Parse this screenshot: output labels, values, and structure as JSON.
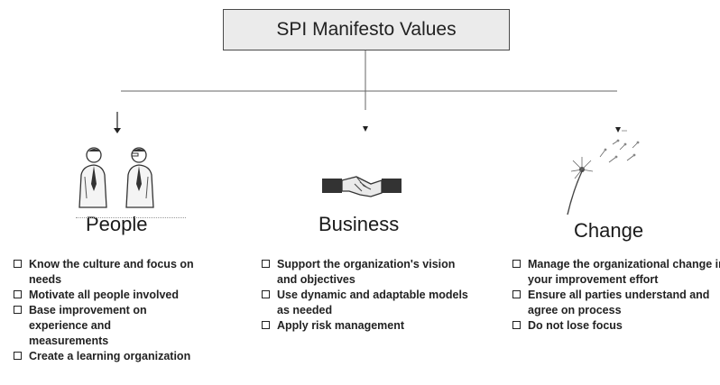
{
  "header": {
    "title": "SPI Manifesto Values"
  },
  "columns": [
    {
      "title": "People",
      "icon": "two-people-facing-icon",
      "items": [
        "Know the culture and focus on needs",
        "Motivate all people involved",
        "Base improvement on experience and measurements",
        "Create a learning organization"
      ]
    },
    {
      "title": "Business",
      "icon": "handshake-icon",
      "items": [
        "Support the organization's vision and objectives",
        "Use dynamic and adaptable models as needed",
        "Apply risk management"
      ]
    },
    {
      "title": "Change",
      "icon": "dandelion-icon",
      "items": [
        "Manage the organizational change in your improvement effort",
        "Ensure all parties understand and agree on process",
        "Do not lose focus"
      ]
    }
  ],
  "colors": {
    "title_box_fill": "#ebebeb",
    "line": "#555555",
    "text": "#1a1a1a"
  }
}
